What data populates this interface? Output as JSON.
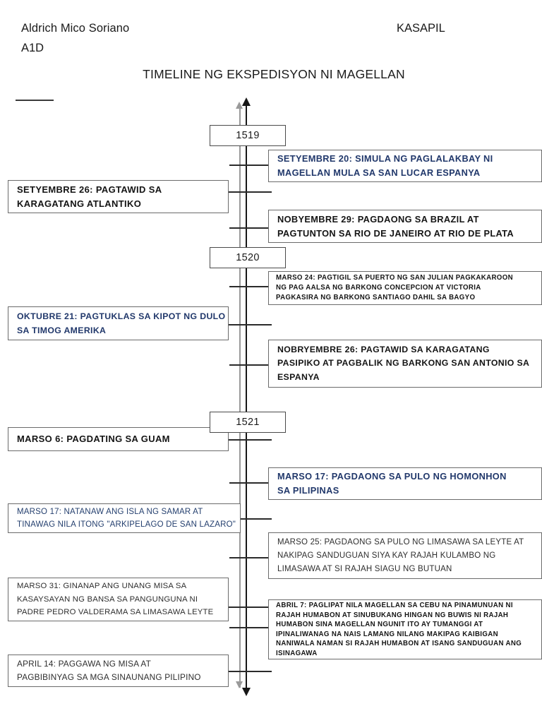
{
  "header": {
    "student_name": "Aldrich Mico Soriano",
    "section": "A1D",
    "subject": "KASAPIL",
    "title": "TIMELINE NG EKSPEDISYON NI MAGELLAN"
  },
  "colors": {
    "navy_text": "#21386b",
    "black_text": "#141414",
    "axis_black": "#171717",
    "axis_gray": "#9a9a9a",
    "box_border": "#6b6b6b"
  },
  "years": [
    {
      "label": "1519"
    },
    {
      "label": "1520"
    },
    {
      "label": "1521"
    }
  ],
  "events": [
    {
      "id": "setyembre-20",
      "side": "right",
      "date": "SETYEMBRE 20",
      "text": "SETYEMBRE 20: SIMULA NG PAGLALAKBAY NI\nMAGELLAN MULA SA SAN LUCAR ESPANYA"
    },
    {
      "id": "setyembre-26",
      "side": "left",
      "date": "SETYEMBRE 26",
      "text": "SETYEMBRE 26: PAGTAWID SA\nKARAGATANG ATLANTIKO"
    },
    {
      "id": "nobyembre-29",
      "side": "right",
      "date": "NOBYEMBRE 29",
      "text": "NOBYEMBRE 29: PAGDAONG SA BRAZIL AT\nPAGTUNTON SA RIO DE JANEIRO AT RIO DE PLATA"
    },
    {
      "id": "marso-24",
      "side": "right",
      "date": "MARSO 24",
      "text": "MARSO 24: PAGTIGIL SA PUERTO NG SAN JULIAN PAGKAKAROON\nNG PAG AALSA NG BARKONG CONCEPCION AT VICTORIA\nPAGKASIRA NG BARKONG SANTIAGO DAHIL SA BAGYO"
    },
    {
      "id": "oktubre-21",
      "side": "left",
      "date": "OKTUBRE 21",
      "text": "OKTUBRE 21:  PAGTUKLAS SA KIPOT NG DULO\nSA TIMOG AMERIKA"
    },
    {
      "id": "nobryembre-26",
      "side": "right",
      "date": "NOBRYEMBRE 26",
      "text": "NOBRYEMBRE 26: PAGTAWID SA KARAGATANG\nPASIPIKO AT PAGBALIK NG BARKONG SAN ANTONIO SA\nESPANYA"
    },
    {
      "id": "marso-6",
      "side": "left",
      "date": "MARSO 6",
      "text": "MARSO 6: PAGDATING SA GUAM"
    },
    {
      "id": "marso-17-homonhon",
      "side": "right",
      "date": "MARSO 17",
      "text": "MARSO 17: PAGDAONG SA PULO NG HOMONHON\nSA PILIPINAS"
    },
    {
      "id": "marso-17-samar",
      "side": "left",
      "date": "MARSO 17",
      "text": "MARSO 17: NATANAW ANG ISLA NG SAMAR AT\nTINAWAG NILA ITONG \"ARKIPELAGO DE SAN LAZARO\""
    },
    {
      "id": "marso-25",
      "side": "right",
      "date": "MARSO 25",
      "text": "MARSO 25: PAGDAONG SA PULO NG LIMASAWA SA LEYTE AT\nNAKIPAG SANDUGUAN SIYA KAY RAJAH KULAMBO NG\nLIMASAWA AT SI RAJAH SIAGU NG BUTUAN"
    },
    {
      "id": "marso-31",
      "side": "left",
      "date": "MARSO 31",
      "text": "MARSO 31: GINANAP ANG UNANG MISA SA\nKASAYSAYAN NG BANSA SA PANGUNGUNA NI\nPADRE PEDRO VALDERAMA SA LIMASAWA LEYTE"
    },
    {
      "id": "abril-7",
      "side": "right",
      "date": "ABRIL 7",
      "text": "ABRIL 7: PAGLIPAT NILA MAGELLAN SA CEBU NA PINAMUNUAN NI\nRAJAH HUMABON AT SINUBUKANG HINGAN NG BUWIS NI RAJAH\nHUMABON SINA MAGELLAN NGUNIT ITO AY TUMANGGI AT\nIPINALIWANAG NA NAIS LAMANG NILANG MAKIPAG KAIBIGAN\nNANIWALA NAMAN SI RAJAH HUMABON AT ISANG SANDUGUAN ANG\nISINAGAWA"
    },
    {
      "id": "april-14",
      "side": "left",
      "date": "APRIL 14",
      "text": "APRIL 14: PAGGAWA NG MISA AT\nPAGBIBINYAG SA MGA SINAUNANG PILIPINO"
    }
  ]
}
